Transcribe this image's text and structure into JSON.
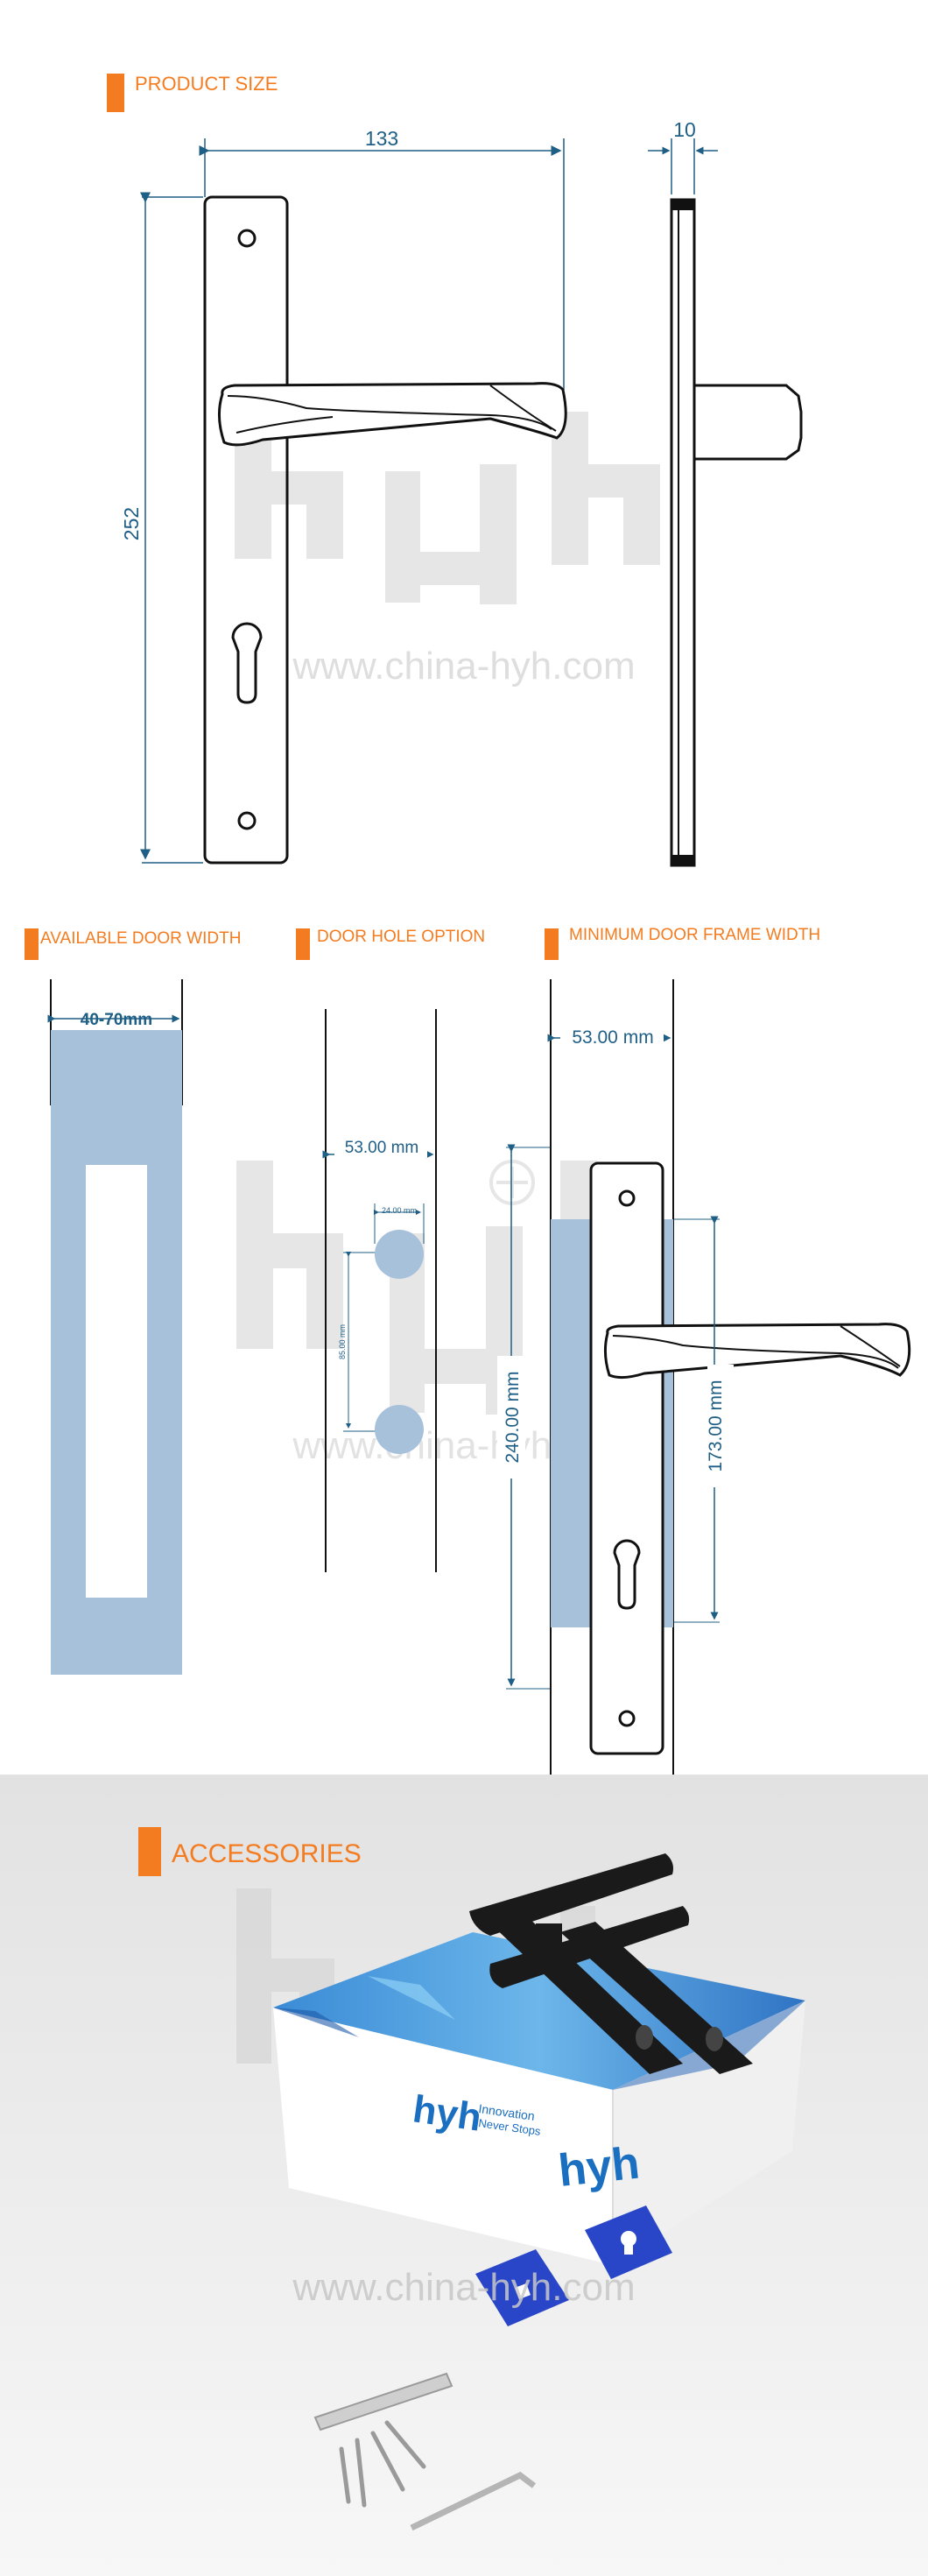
{
  "sections": {
    "product_size": "PRODUCT SIZE",
    "available_door_width": "AVAILABLE DOOR WIDTH",
    "door_hole_option": "DOOR HOLE OPTION",
    "minimum_door_frame_width": "MINIMUM DOOR FRAME WIDTH",
    "accessories": "ACCESSORIES"
  },
  "dimensions": {
    "width": "133",
    "depth": "10",
    "height": "252",
    "door_width": "40-70mm",
    "hole_backset": "53.00 mm",
    "hole_spacing_h": "24.00 mm",
    "hole_spacing_v": "85.00 mm",
    "frame_backset": "53.00 mm",
    "plate_length": "240.00 mm",
    "handle_to_cyl": "173.00 mm"
  },
  "watermark": {
    "url": "www.china-hyh.com",
    "logo": "hyh"
  },
  "box": {
    "slogan_line1": "Innovation",
    "slogan_line2": "Never Stops"
  },
  "colors": {
    "accent": "#f47c20",
    "dimension_line": "#1f5f86",
    "door_fill": "#a7c1da",
    "outline": "#111111",
    "brand_blue": "#1b6fc0"
  }
}
